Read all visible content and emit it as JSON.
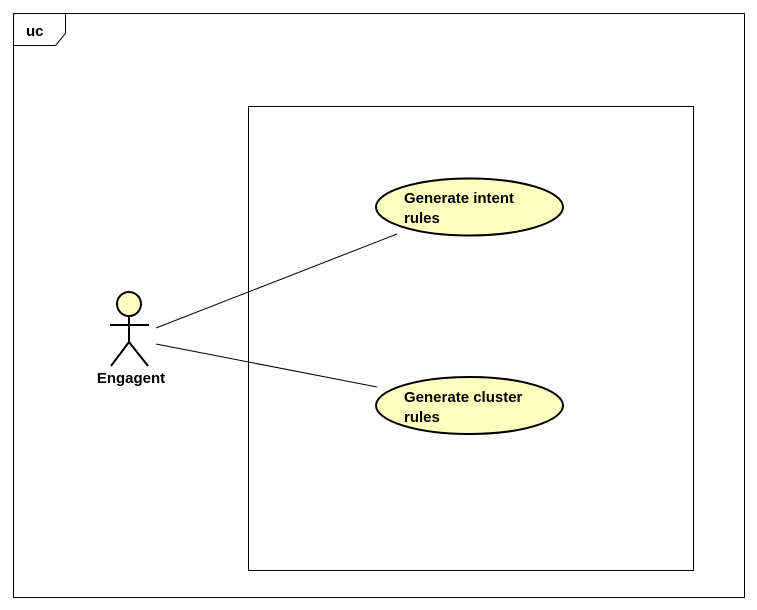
{
  "frame": {
    "tag": "uc"
  },
  "actor": {
    "name": "Engagent"
  },
  "use_cases": [
    {
      "line1": "Generate intent",
      "line2": "rules"
    },
    {
      "line1": "Generate cluster",
      "line2": "rules"
    }
  ],
  "colors": {
    "use_case_fill": "#FFFFC0",
    "actor_fill": "#FFFFC0",
    "stroke": "#000000",
    "background": "#FFFFFF"
  }
}
